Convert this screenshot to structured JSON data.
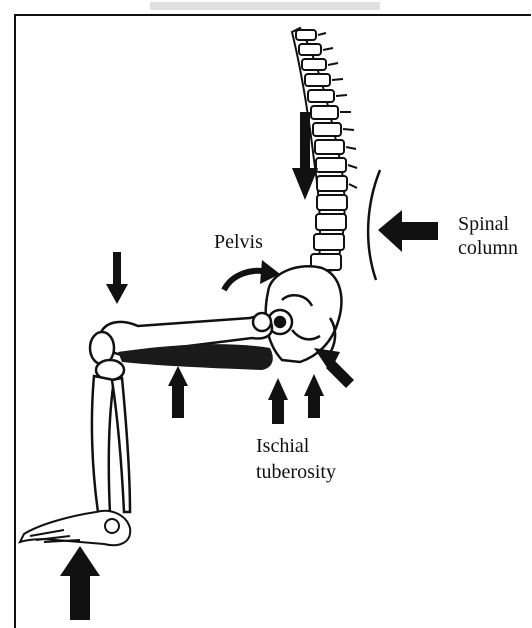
{
  "labels": {
    "pelvis": "Pelvis",
    "spinal_line1": "Spinal",
    "spinal_line2": "column",
    "ischial_line1": "Ischial",
    "ischial_line2": "tuberosity"
  },
  "colors": {
    "ink": "#111111",
    "bone_fill": "#ffffff",
    "muscle": "#1a1a1a",
    "background": "#ffffff"
  }
}
